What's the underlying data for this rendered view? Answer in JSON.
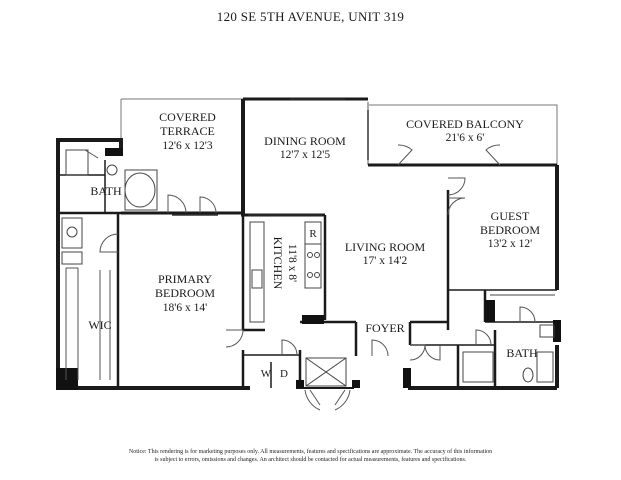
{
  "title": "120 SE 5TH AVENUE, UNIT 319",
  "rooms": {
    "covered_terrace": {
      "name_line1": "COVERED",
      "name_line2": "TERRACE",
      "size": "12'6 x 12'3"
    },
    "dining_room": {
      "name": "DINING ROOM",
      "size": "12'7 x 12'5"
    },
    "covered_balcony": {
      "name": "COVERED BALCONY",
      "size": "21'6 x 6'"
    },
    "bath_primary": {
      "name": "BATH"
    },
    "guest_bedroom": {
      "name_line1": "GUEST",
      "name_line2": "BEDROOM",
      "size": "13'2 x 12'"
    },
    "kitchen": {
      "name": "KITCHEN",
      "size": "11'8 x 8'"
    },
    "living_room": {
      "name": "LIVING ROOM",
      "size": "17' x 14'2"
    },
    "primary_bedroom": {
      "name_line1": "PRIMARY",
      "name_line2": "BEDROOM",
      "size": "18'6 x 14'"
    },
    "wic": {
      "name": "WIC"
    },
    "foyer": {
      "name": "FOYER"
    },
    "bath_guest": {
      "name": "BATH"
    }
  },
  "fixtures": {
    "refrigerator": "R",
    "washer": "W",
    "dryer": "D"
  },
  "notice": {
    "line1": "Notice: This rendering is for marketing purposes only. All measurements, features and specifications are approximate. The accuracy of this information",
    "line2": "is subject to errors, omissions and changes. An architect should be contacted for actual measurements, features and specifications."
  }
}
